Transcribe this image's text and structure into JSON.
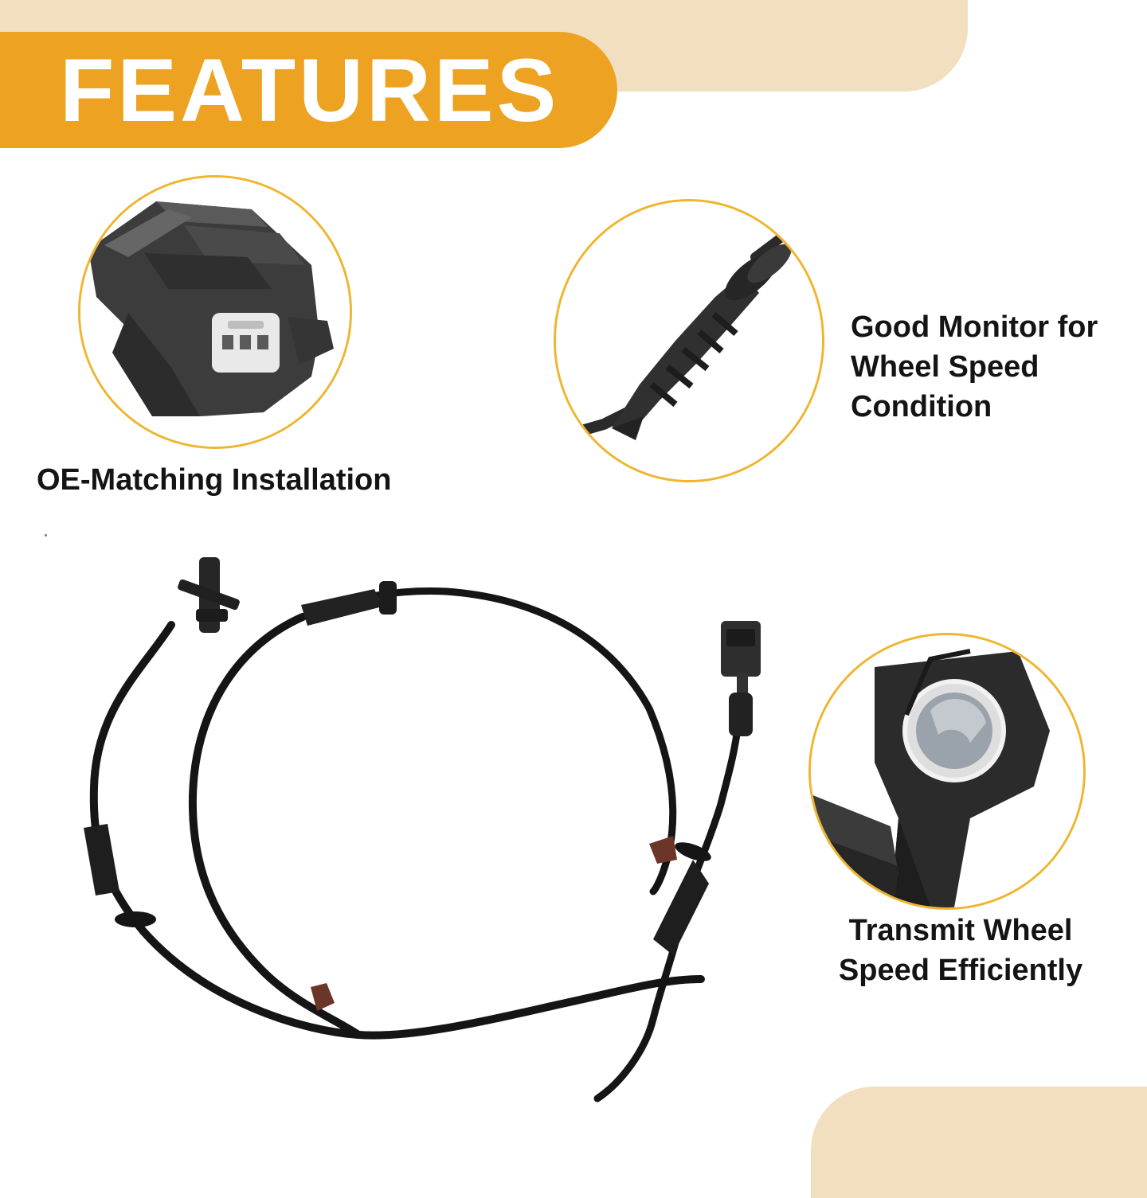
{
  "header": {
    "title": "FEATURES"
  },
  "features": [
    {
      "id": "connector",
      "caption_lines": [
        "OE-Matching Installation"
      ]
    },
    {
      "id": "grommet",
      "caption_lines": [
        "Good Monitor for",
        "Wheel Speed",
        "Condition"
      ]
    },
    {
      "id": "bracket",
      "caption_lines": [
        "Transmit Wheel",
        "Speed Efficiently"
      ]
    }
  ],
  "colors": {
    "accent_orange": "#eda321",
    "accent_light": "#f2dfc0",
    "ring": "#efb52f",
    "text": "#141414"
  }
}
